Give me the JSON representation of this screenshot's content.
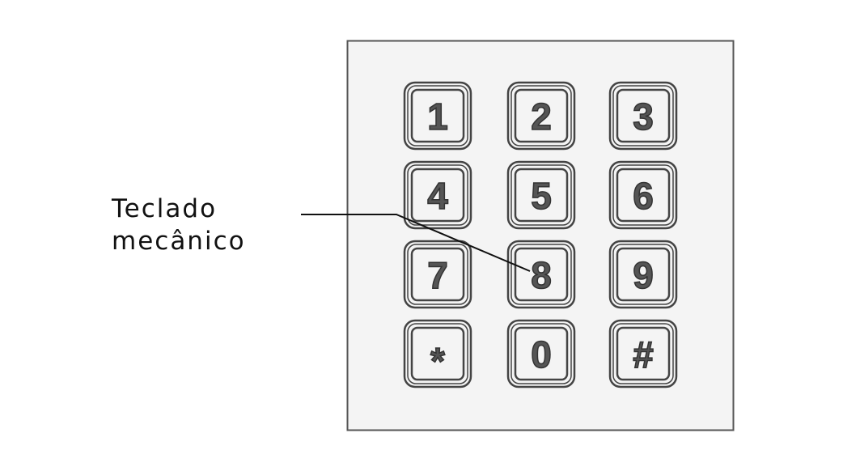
{
  "callout": {
    "line1": "Teclado",
    "line2": "mecânico"
  },
  "keypad": {
    "keys": [
      "1",
      "2",
      "3",
      "4",
      "5",
      "6",
      "7",
      "8",
      "9",
      "*",
      "0",
      "#"
    ],
    "columns": 3
  },
  "colors": {
    "panel_fill": "#f4f4f4",
    "panel_border": "#555555",
    "key_stroke": "#444444",
    "label": "#555555"
  }
}
